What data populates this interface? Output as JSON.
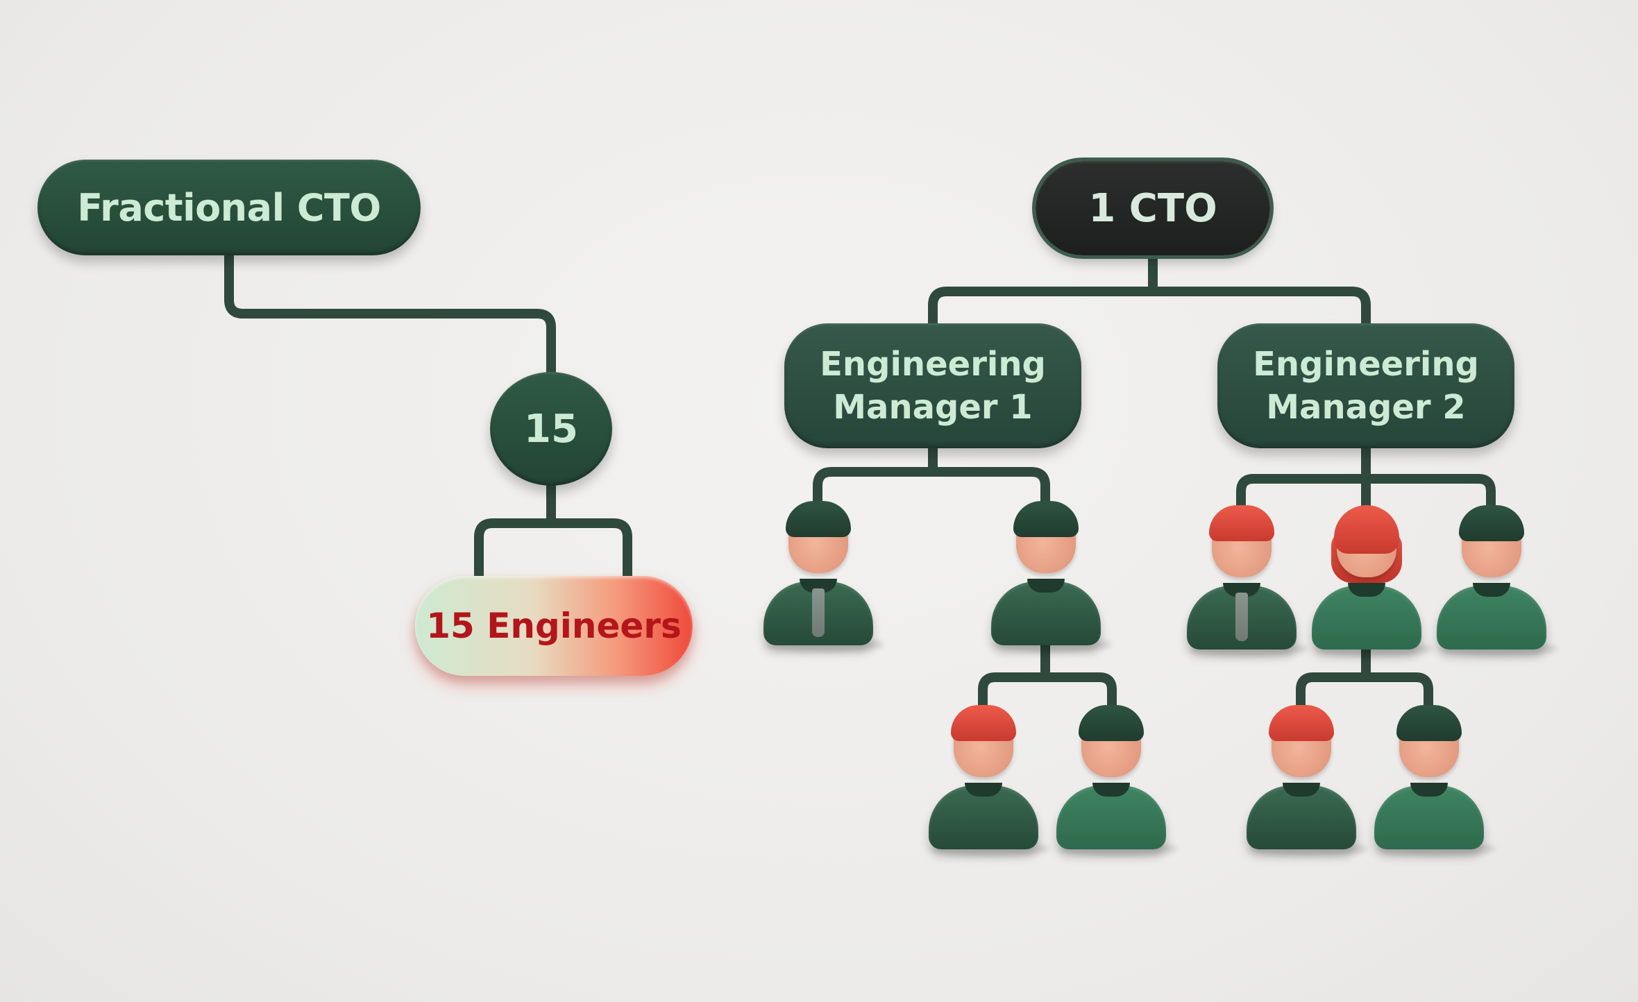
{
  "diagram": {
    "left_chart": {
      "root_label": "Fractional CTO",
      "count_label": "15",
      "team_label": "15 Engineers"
    },
    "right_chart": {
      "root_label": "1 CTO",
      "managers": [
        {
          "line1": "Engineering",
          "line2": "Manager 1"
        },
        {
          "line1": "Engineering",
          "line2": "Manager 2"
        }
      ],
      "engineers": [
        {
          "group": "manager-1",
          "hair": "dark",
          "tie": true
        },
        {
          "group": "manager-1",
          "hair": "dark",
          "tie": false
        },
        {
          "group": "manager-2",
          "hair": "red",
          "tie": true
        },
        {
          "group": "manager-2",
          "hair": "red-long",
          "tie": false
        },
        {
          "group": "manager-2",
          "hair": "dark",
          "tie": false
        },
        {
          "group": "sub-team-1",
          "hair": "red",
          "tie": false
        },
        {
          "group": "sub-team-1",
          "hair": "dark",
          "tie": false
        },
        {
          "group": "sub-team-2",
          "hair": "red",
          "tie": false
        },
        {
          "group": "sub-team-2",
          "hair": "dark",
          "tie": false
        }
      ]
    },
    "colors": {
      "background": "#efeeec",
      "node_green": "#2a4d3c",
      "node_dark": "#1f2220",
      "connector": "#2f4a3d",
      "node_text": "#cdebd4",
      "alert_text": "#b3151a",
      "alert_gradient_start": "#cfe9d2",
      "alert_gradient_end": "#ef4a3b",
      "hair_red": "#d9453a",
      "skin": "#eaa58b"
    }
  }
}
